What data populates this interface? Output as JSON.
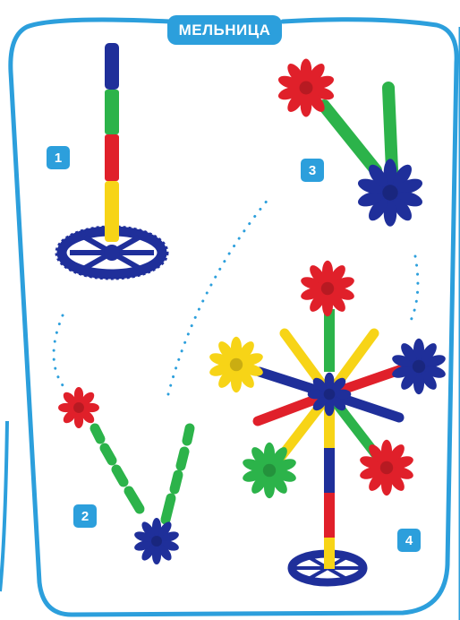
{
  "card": {
    "title": "МЕЛЬНИЦА",
    "frame_color": "#2c9fdc"
  },
  "steps": [
    {
      "number": "1"
    },
    {
      "number": "2"
    },
    {
      "number": "3"
    },
    {
      "number": "4"
    }
  ],
  "colors": {
    "blue": "#1f2f9a",
    "green": "#2cb34a",
    "red": "#e0202a",
    "yellow": "#f7d417",
    "dots": "#2c9fdc"
  }
}
